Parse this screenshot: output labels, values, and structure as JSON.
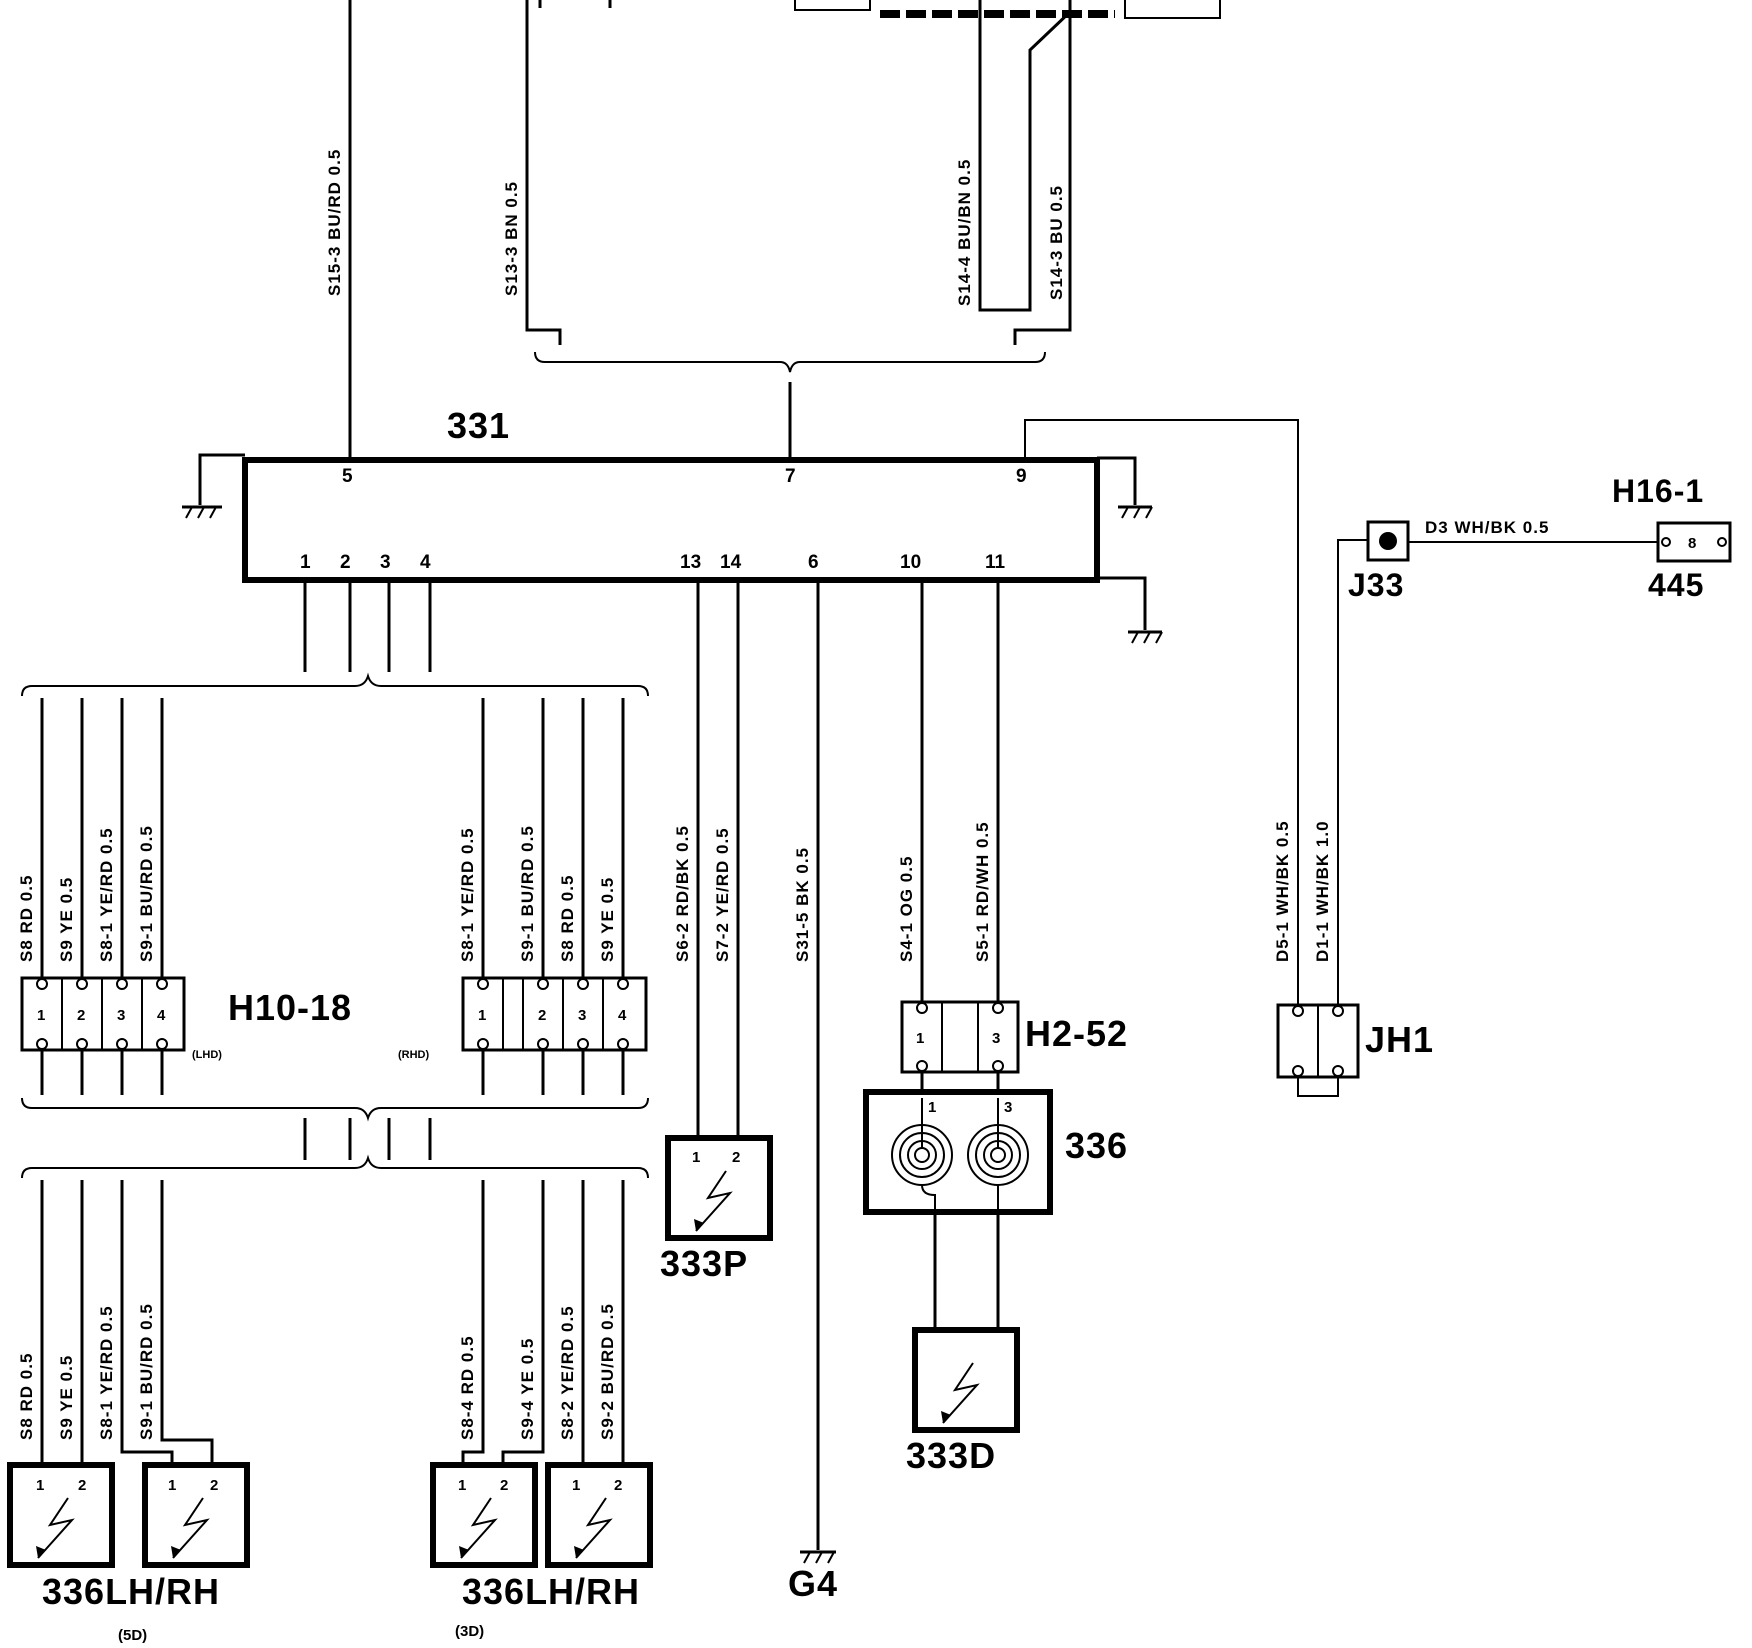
{
  "components": {
    "c331": "331",
    "h16_1": "H16-1",
    "j33": "J33",
    "c445": "445",
    "h10_18": "H10-18",
    "h2_52": "H2-52",
    "jh1": "JH1",
    "c336": "336",
    "c333p": "333P",
    "c333d": "333D",
    "c336lhrh_5d": "336LH/RH",
    "c336lhrh_3d": "336LH/RH",
    "g4": "G4"
  },
  "notes": {
    "lhd": "(LHD)",
    "rhd": "(RHD)",
    "d5": "(5D)",
    "d3": "(3D)"
  },
  "wires_top": {
    "w1": "S15-3   BU/RD 0.5",
    "w2": "S13-3   BN 0.5",
    "w3": "S14-4   BU/BN 0.5",
    "w4": "S14-3   BU 0.5",
    "d3": "D3   WH/BK 0.5"
  },
  "wires_mid": {
    "l1": "S8   RD 0.5",
    "l2": "S9   YE 0.5",
    "l3": "S8-1   YE/RD 0.5",
    "l4": "S9-1   BU/RD 0.5",
    "r1": "S8-1   YE/RD 0.5",
    "r2": "S9-1   BU/RD 0.5",
    "r3": "S8   RD 0.5",
    "r4": "S9   YE 0.5",
    "p1": "S6-2   RD/BK 0.5",
    "p2": "S7-2   YE/RD 0.5",
    "g": "S31-5   BK 0.5",
    "o1": "S4-1   OG 0.5",
    "o2": "S5-1   RD/WH 0.5",
    "j1": "D5-1   WH/BK 0.5",
    "j2": "D1-1   WH/BK 1.0"
  },
  "wires_bot": {
    "l1": "S8   RD 0.5",
    "l2": "S9   YE 0.5",
    "l3": "S8-1   YE/RD 0.5",
    "l4": "S9-1   BU/RD 0.5",
    "r1": "S8-4   RD 0.5",
    "r2": "S9-4   YE 0.5",
    "r3": "S8-2   YE/RD 0.5",
    "r4": "S9-2   BU/RD 0.5"
  },
  "pins331": {
    "p5": "5",
    "p7": "7",
    "p9": "9",
    "p1": "1",
    "p2": "2",
    "p3": "3",
    "p4": "4",
    "p13": "13",
    "p14": "14",
    "p6": "6",
    "p10": "10",
    "p11": "11"
  },
  "connector_pins": {
    "h1": "1",
    "h2": "2",
    "h3": "3",
    "h4": "4",
    "r1": "1",
    "r2": "2",
    "r3": "3",
    "r4": "4",
    "h2_52_1": "1",
    "h2_52_3": "3",
    "h445": "8",
    "c336_1": "1",
    "c336_3": "3",
    "p333_1": "1",
    "p333_2": "2",
    "a1": "1",
    "a2": "2",
    "b1": "1",
    "b2": "2",
    "c1": "1",
    "c2": "2",
    "e1": "1",
    "e2": "2"
  }
}
